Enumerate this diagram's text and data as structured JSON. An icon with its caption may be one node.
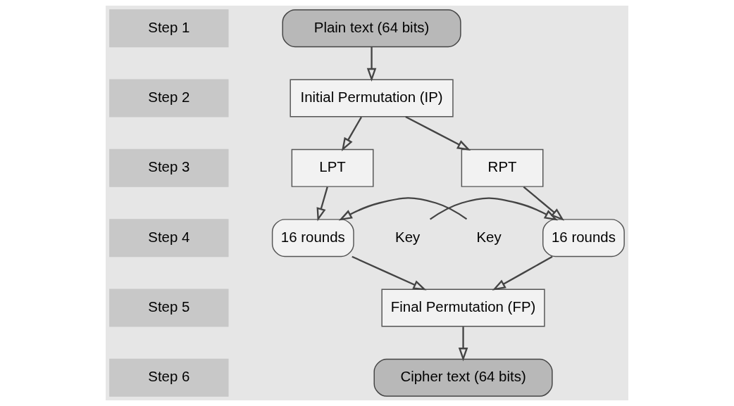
{
  "diagram": {
    "nodes": [
      {
        "text": [
          "Step 1"
        ]
      },
      {
        "text": [
          "Plain text (64 bits)"
        ]
      },
      {
        "text": [
          "Step 2"
        ]
      },
      {
        "text": [
          "Initial Permutation (IP)"
        ]
      },
      {
        "text": [
          "Step 3"
        ]
      },
      {
        "text": [
          "LPT"
        ]
      },
      {
        "text": [
          "RPT"
        ]
      },
      {
        "text": [
          "Step 4"
        ]
      },
      {
        "text": [
          "Key"
        ]
      },
      {
        "text": [
          "16 rounds"
        ]
      },
      {
        "text": [
          "16 rounds"
        ]
      },
      {
        "text": [
          "Key"
        ]
      },
      {
        "text": [
          "Step 5"
        ]
      },
      {
        "text": [
          "Final Permutation (FP)"
        ]
      },
      {
        "text": [
          "Step 6"
        ]
      },
      {
        "text": [
          "Cipher text (64 bits)"
        ]
      }
    ],
    "edges": [
      {
        "from": 1,
        "to": 3,
        "arrow": "to"
      },
      {
        "from": 3,
        "to": 5,
        "arrow": "to"
      },
      {
        "from": 3,
        "to": 6,
        "arrow": "to"
      },
      {
        "from": 5,
        "to": 9,
        "arrow": "to"
      },
      {
        "from": 6,
        "to": 10,
        "arrow": "to"
      },
      {
        "from": 8,
        "to": 9,
        "arrow": "to"
      },
      {
        "from": 11,
        "to": 10,
        "arrow": "to"
      },
      {
        "from": 9,
        "to": 13,
        "arrow": "to"
      },
      {
        "from": 10,
        "to": 13,
        "arrow": "to"
      },
      {
        "from": 13,
        "to": 15,
        "arrow": "to"
      }
    ]
  }
}
